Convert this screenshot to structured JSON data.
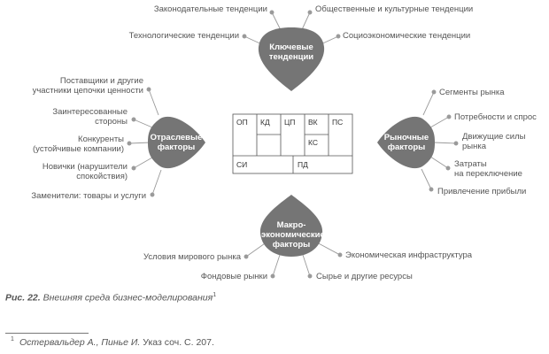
{
  "canvas": {
    "background": "#ffffff",
    "blob_color": "#757575",
    "line_color": "#9a9a9a",
    "text_color": "#555555"
  },
  "blobs": {
    "top": {
      "title_1": "Ключевые",
      "title_2": "тенденции"
    },
    "left": {
      "title_1": "Отраслевые",
      "title_2": "факторы"
    },
    "right": {
      "title_1": "Рыночные",
      "title_2": "факторы"
    },
    "bottom": {
      "title_1": "Макро-",
      "title_2": "экономические",
      "title_3": "факторы"
    }
  },
  "labels": {
    "top": {
      "legislative": "Законодательные тенденции",
      "social": "Общественные и культурные тенденции",
      "technological": "Технологические тенденции",
      "socioeconomic": "Социоэкономические тенденции"
    },
    "left": {
      "suppliers_1": "Поставщики и другие",
      "suppliers_2": "участники цепочки ценности",
      "stakeholders_1": "Заинтересованные",
      "stakeholders_2": "стороны",
      "competitors_1": "Конкуренты",
      "competitors_2": "(устойчивые компании)",
      "newcomers_1": "Новички (нарушители",
      "newcomers_2": "спокойствия)",
      "substitutes": "Заменители: товары и услуги"
    },
    "right": {
      "segments": "Сегменты рынка",
      "needs": "Потребности и спрос",
      "forces_1": "Движущие силы",
      "forces_2": "рынка",
      "switching_1": "Затраты",
      "switching_2": "на переключение",
      "revenue": "Привлечение прибыли"
    },
    "bottom": {
      "world_market": "Условия мирового рынка",
      "infrastructure": "Экономическая инфраструктура",
      "stock_markets": "Фондовые рынки",
      "resources": "Сырье и другие ресурсы"
    }
  },
  "canvas_cells": {
    "op": "ОП",
    "kd": "КД",
    "cp": "ЦП",
    "vk": "ВК",
    "ps": "ПС",
    "ks": "КС",
    "si": "СИ",
    "pd": "ПД"
  },
  "caption": {
    "label": "Рис. 22.",
    "text": "Внешняя среда бизнес-моделирования",
    "ref": "1"
  },
  "footnote": {
    "number": "1",
    "authors": "Остервальдер А., Пинье И.",
    "text": "Указ соч. С. 207."
  }
}
